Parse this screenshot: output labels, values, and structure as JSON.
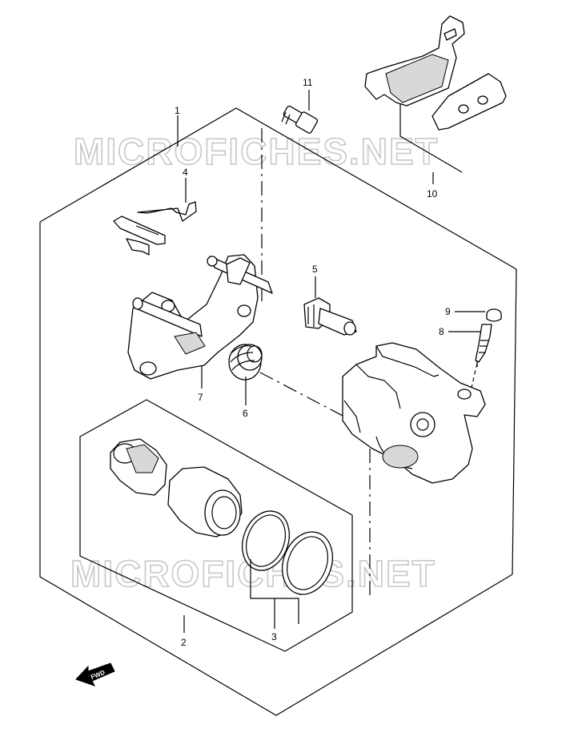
{
  "watermark": "MICROFICHES.NET",
  "fwd_label": "FWD",
  "callouts": {
    "c1": "1",
    "c2": "2",
    "c3": "3",
    "c4": "4",
    "c5": "5",
    "c6": "6",
    "c7": "7",
    "c8": "8",
    "c9": "9",
    "c10": "10",
    "c11": "11"
  },
  "colors": {
    "line": "#000000",
    "watermark": "#c8c8c8",
    "background": "#ffffff"
  }
}
